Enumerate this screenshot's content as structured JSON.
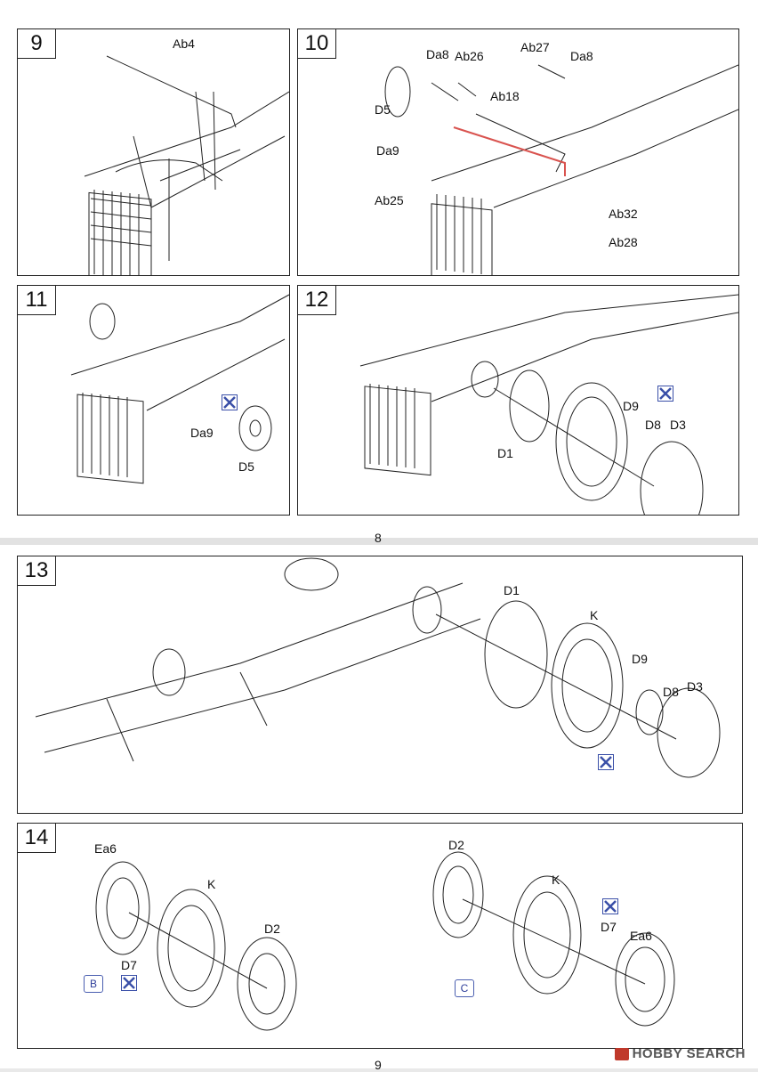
{
  "steps": {
    "s9": {
      "number": "9",
      "labels": {
        "ab4": "Ab4"
      }
    },
    "s10": {
      "number": "10",
      "labels": {
        "da8a": "Da8",
        "ab26": "Ab26",
        "ab27": "Ab27",
        "da8b": "Da8",
        "d5": "D5",
        "ab18": "Ab18",
        "da9": "Da9",
        "ab25": "Ab25",
        "ab32": "Ab32",
        "ab28": "Ab28"
      }
    },
    "s11": {
      "number": "11",
      "labels": {
        "da9": "Da9",
        "d5": "D5"
      }
    },
    "s12": {
      "number": "12",
      "labels": {
        "d9": "D9",
        "d8": "D8",
        "d3": "D3",
        "d1": "D1"
      }
    },
    "s13": {
      "number": "13",
      "labels": {
        "d1": "D1",
        "k": "K",
        "d9": "D9",
        "d8": "D8",
        "d3": "D3"
      }
    },
    "s14": {
      "number": "14",
      "labels": {
        "ea6a": "Ea6",
        "k_a": "K",
        "d2a": "D2",
        "d7a": "D7",
        "variant_b": "B",
        "d2b": "D2",
        "k_b": "K",
        "d7b": "D7",
        "ea6b": "Ea6",
        "variant_c": "C"
      }
    }
  },
  "page_numbers": {
    "top": "8",
    "bottom": "9"
  },
  "watermark": "HOBBY SEARCH",
  "icons": {
    "glue": "glue-cross-icon"
  },
  "colors": {
    "line": "#222222",
    "highlight": "#d9534f",
    "icon_blue": "#3a4fa8"
  }
}
